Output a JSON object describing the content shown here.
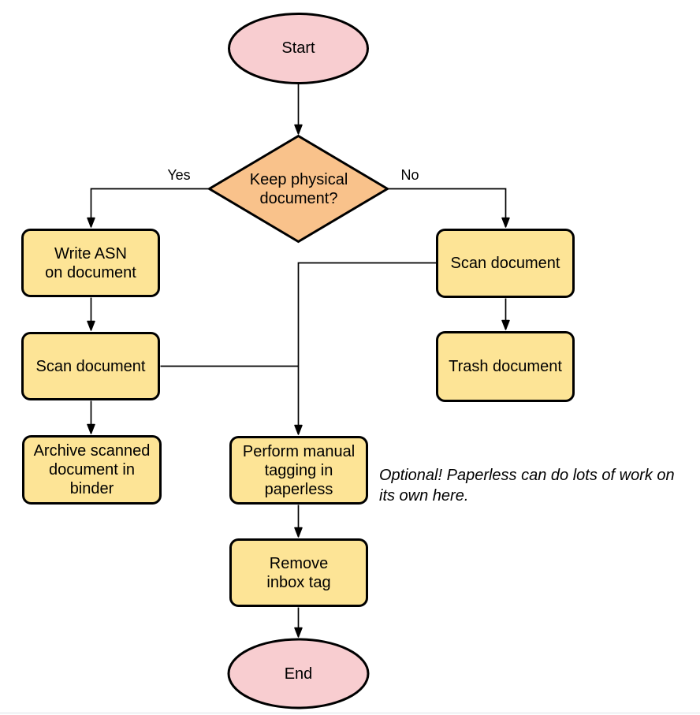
{
  "diagram": {
    "nodes": {
      "start": {
        "label": "Start",
        "type": "terminal"
      },
      "decision": {
        "label": "Keep physical\ndocument?",
        "type": "decision"
      },
      "write_asn": {
        "label": "Write ASN\non document",
        "type": "process"
      },
      "scan_left": {
        "label": "Scan document",
        "type": "process"
      },
      "archive": {
        "label": "Archive scanned\ndocument in\nbinder",
        "type": "process"
      },
      "scan_right": {
        "label": "Scan document",
        "type": "process"
      },
      "trash": {
        "label": "Trash document",
        "type": "process"
      },
      "tagging": {
        "label": "Perform manual\ntagging in\npaperless",
        "type": "process"
      },
      "remove_inbox": {
        "label": "Remove\ninbox tag",
        "type": "process"
      },
      "end": {
        "label": "End",
        "type": "terminal"
      }
    },
    "edge_labels": {
      "yes": "Yes",
      "no": "No"
    },
    "note": "Optional! Paperless can do lots of work on\nits own here.",
    "colors": {
      "terminal_fill": "#f8cdd0",
      "decision_fill": "#f9c28b",
      "process_fill": "#fde496",
      "stroke": "#000000",
      "bottom_divider": "#e8ebef"
    }
  }
}
